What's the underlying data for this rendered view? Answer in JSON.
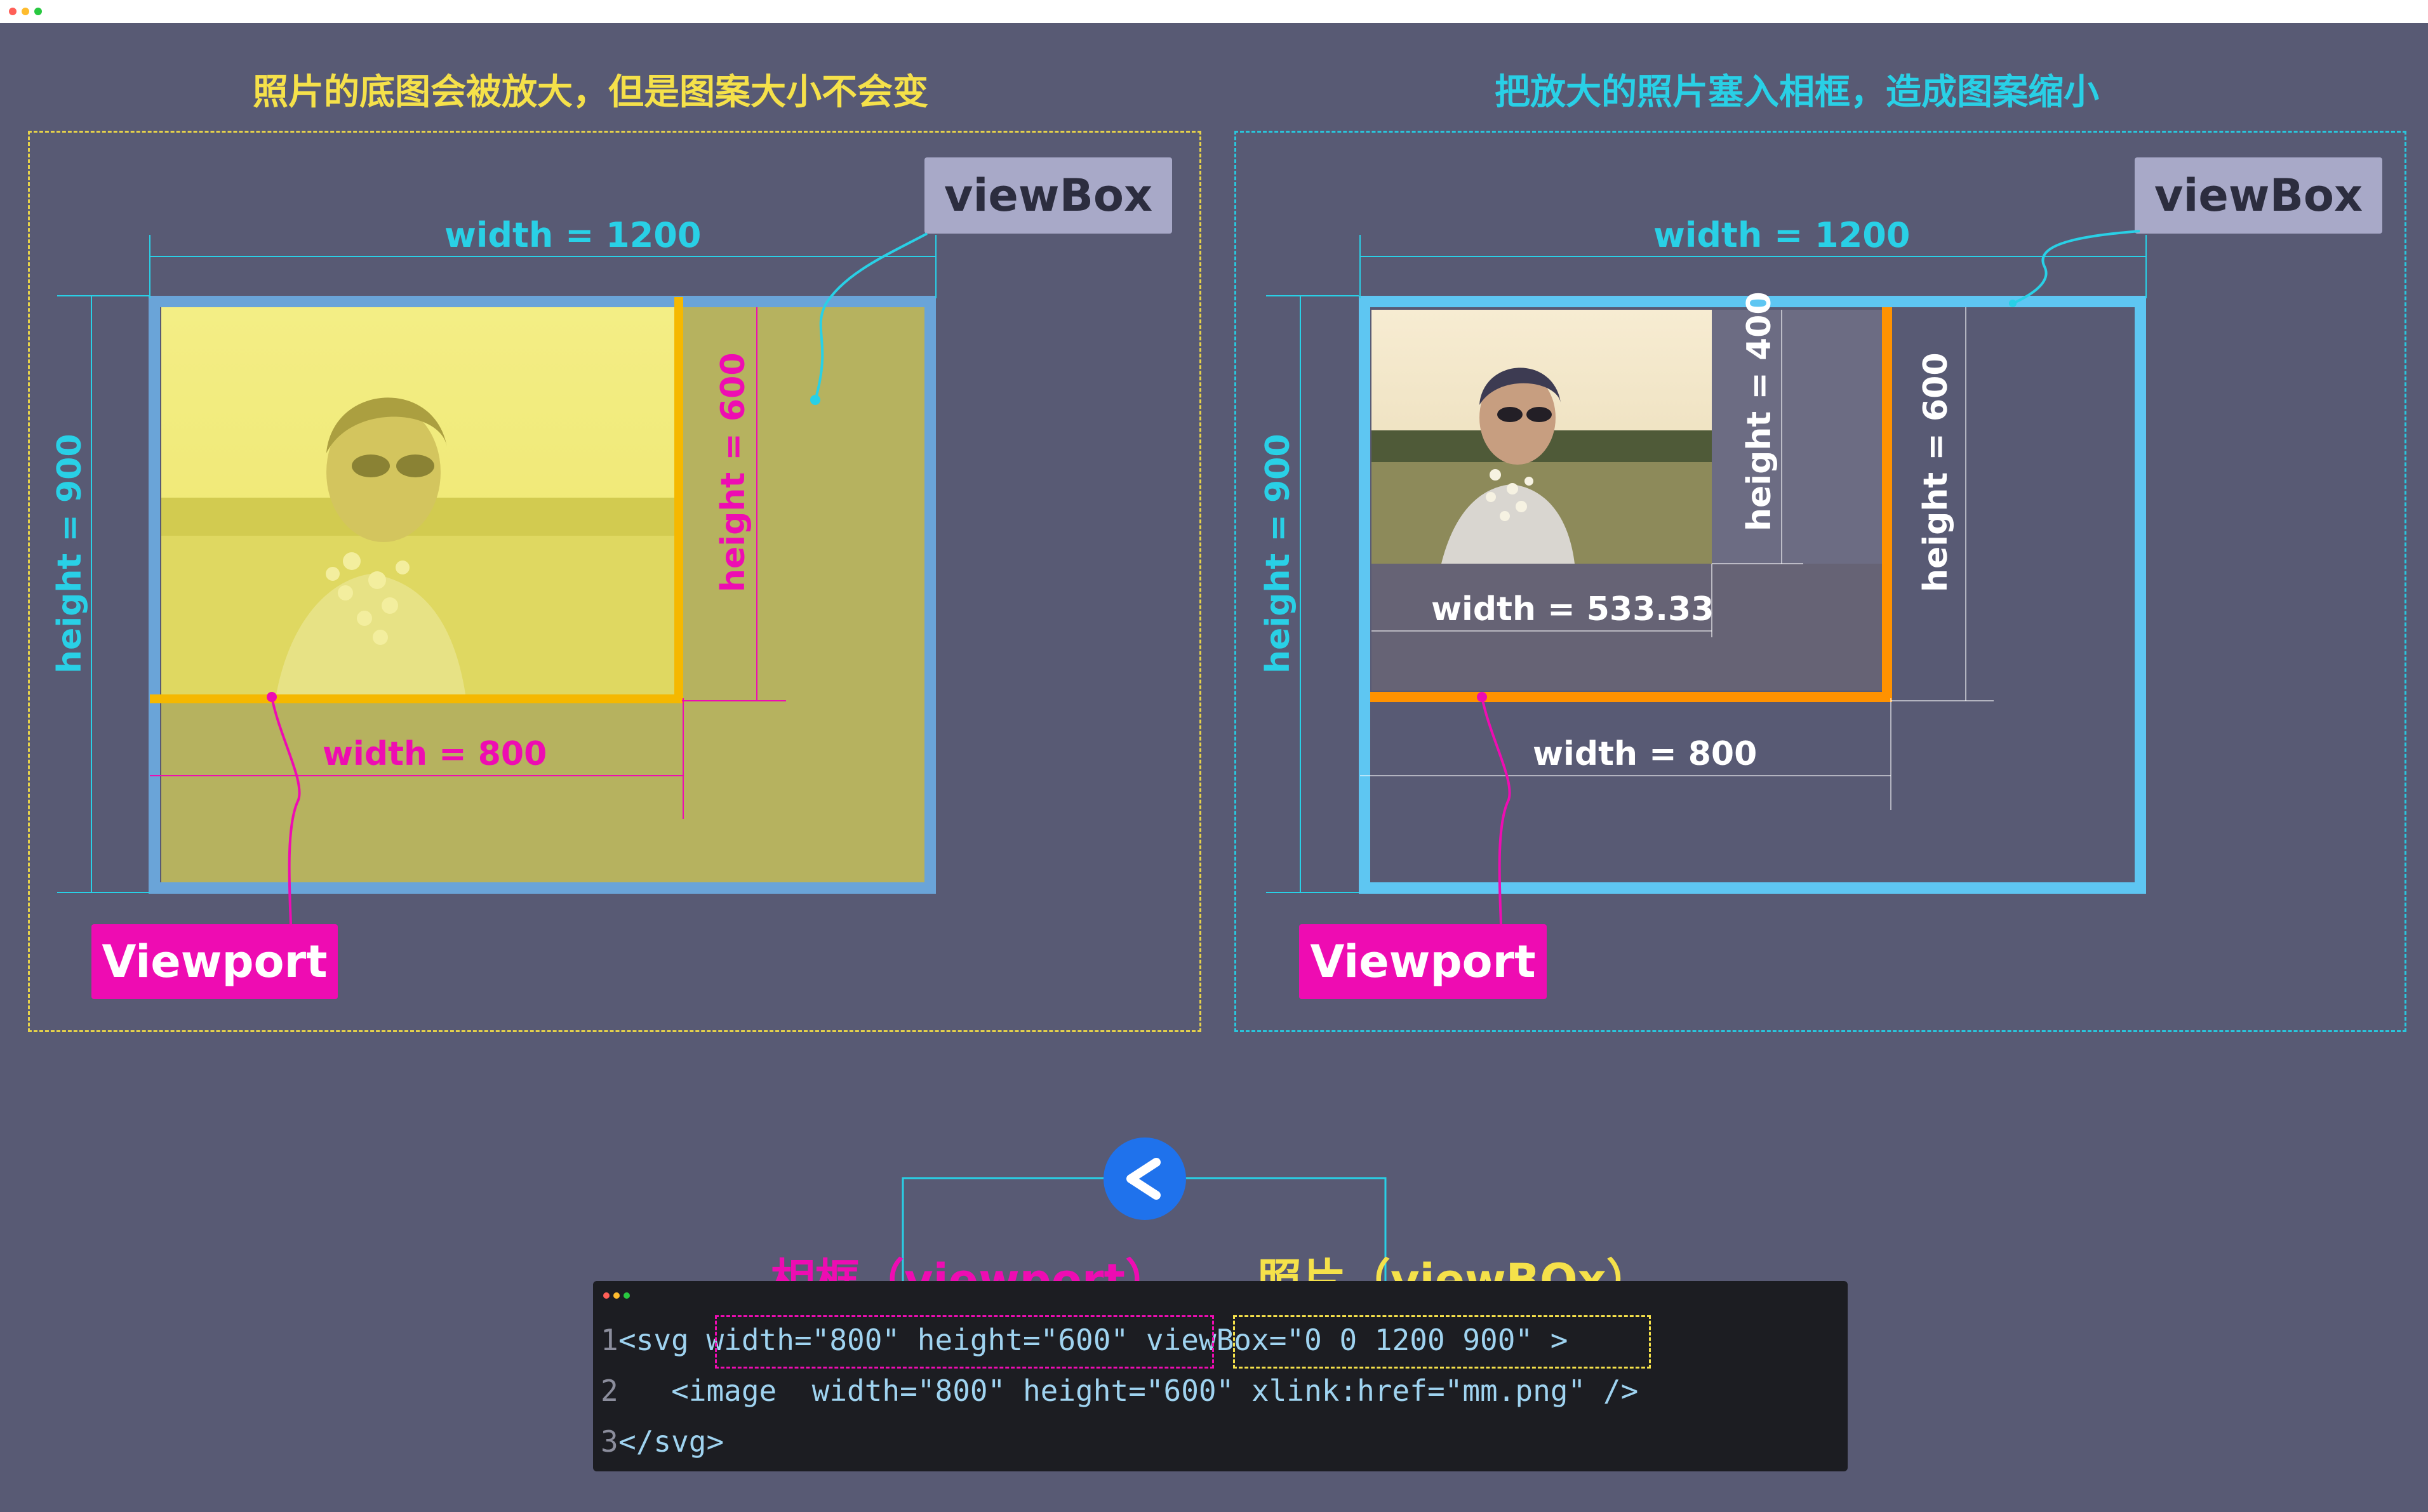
{
  "window": {
    "traffic_lights": {
      "red": "#ff5f57",
      "yellow": "#febc2e",
      "green": "#28c840"
    }
  },
  "colors": {
    "background": "#585a74",
    "yellow": "#f5e14a",
    "cyan": "#29d0e6",
    "magenta": "#ee0cb2",
    "orange": "#ff9200",
    "light_blue": "#5ec6f2",
    "tag_gray": "#a8a9c8"
  },
  "left_panel": {
    "title": "照片的底图会被放大，但是图案大小不会变",
    "viewbox_tag": "viewBox",
    "viewport_tag": "Viewport",
    "width_viewbox": "width = 1200",
    "height_viewbox": "height = 900",
    "width_viewport": "width = 800",
    "height_viewport": "height = 600"
  },
  "right_panel": {
    "title": "把放大的照片塞入相框，造成图案缩小",
    "viewbox_tag": "viewBox",
    "viewport_tag": "Viewport",
    "width_viewbox": "width = 1200",
    "height_viewbox": "height = 900",
    "width_viewport": "width = 800",
    "height_viewport": "height = 600",
    "width_image": "width = 533.33",
    "height_image": "height = 400"
  },
  "compare_icon": "less-than-icon",
  "code": {
    "label_viewport": "相框（viewport）",
    "label_viewbox": "照片（viewBOx）",
    "lines": [
      {
        "num": "1",
        "text": "<svg width=\"800\" height=\"600\" viewBox=\"0 0 1200 900\" >"
      },
      {
        "num": "2",
        "text": "   <image  width=\"800\" height=\"600\" xlink:href=\"mm.png\" />"
      },
      {
        "num": "3",
        "text": "</svg>"
      }
    ]
  }
}
